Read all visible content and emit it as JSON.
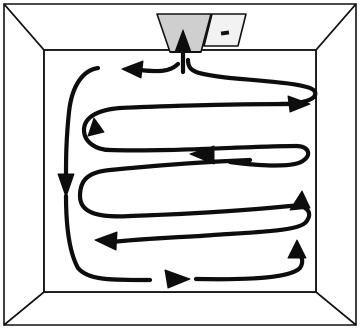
{
  "diagram": {
    "subject": "room-air-circulation",
    "background_color": "#ffffff",
    "line_color": "#111111",
    "stipple_color": "#b9b9b9",
    "elements": [
      "room-enclosure",
      "ceiling-air-diffuser",
      "return-air-grille",
      "airflow-path"
    ]
  }
}
